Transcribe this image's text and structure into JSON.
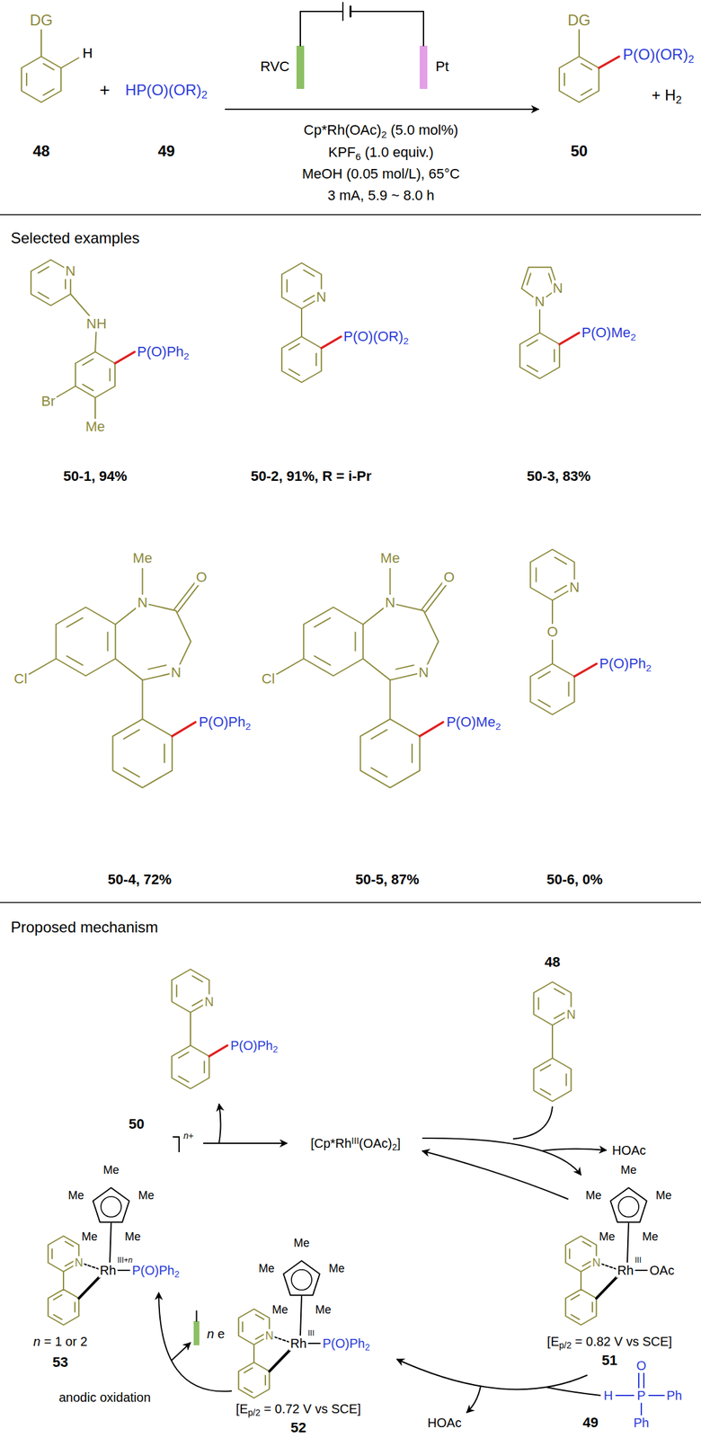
{
  "diagram": {
    "labels": [
      "DG",
      "H",
      "+",
      "HP(O)(OR)2",
      "RVC",
      "Pt",
      "Cp*Rh(OAc)2 (5.0 mol%)",
      "KPF6 (1.0 equiv.)",
      "MeOH (0.05 mol/L), 65°C",
      "3 mA, 5.9 ~ 8.0 h",
      "DG",
      "P(O)(OR)2",
      "+ H2",
      "48",
      "49",
      "50",
      "Selected examples",
      "N",
      "NH",
      "P(O)Ph2",
      "Br",
      "Me",
      "50-1, 94%",
      "N",
      "P(O)(OR)2",
      "50-2, 91%, R = i-Pr",
      "N",
      "N",
      "P(O)Me2",
      "50-3, 83%",
      "Me",
      "O",
      "N",
      "N",
      "Cl",
      "P(O)Ph2",
      "50-4, 72%",
      "Me",
      "O",
      "N",
      "N",
      "Cl",
      "P(O)Me2",
      "50-5, 87%",
      "N",
      "O",
      "P(O)Ph2",
      "50-6, 0%",
      "Proposed mechanism",
      "N",
      "P(O)Ph2",
      "50",
      "N",
      "48",
      "[Cp*RhIII(OAc)2]",
      "HOAc",
      "n+",
      "Me",
      "Me",
      "Me",
      "Me",
      "Me",
      "N",
      "Rh",
      "III+n",
      "P(O)Ph2",
      "n = 1 or 2",
      "53",
      "Me",
      "Me",
      "Me",
      "Me",
      "Me",
      "N",
      "Rh",
      "III",
      "OAc",
      "[Ep/2 = 0.82 V vs SCE]",
      "51",
      "O",
      "H",
      "P",
      "Ph",
      "Ph",
      "49",
      "HOAc",
      "n e",
      "anodic oxidation",
      "Me",
      "Me",
      "Me",
      "Me",
      "Me",
      "N",
      "Rh",
      "III",
      "P(O)Ph2",
      "[Ep/2 = 0.72 V vs SCE]",
      "52"
    ]
  }
}
